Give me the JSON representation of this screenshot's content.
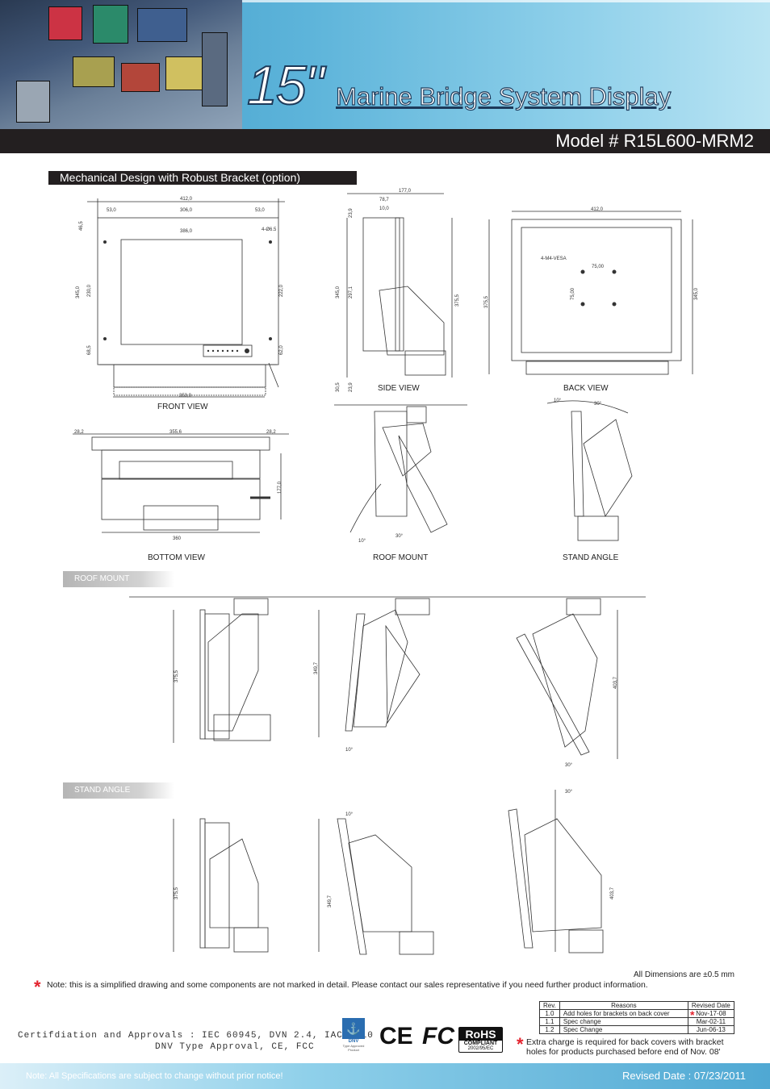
{
  "header": {
    "size": "15\"",
    "title": "Marine Bridge System Display",
    "model": "Model # R15L600-MRM2"
  },
  "section_label": "Mechanical Design with Robust Bracket (option)",
  "views": {
    "front": "FRONT VIEW",
    "side": "SIDE VIEW",
    "back": "BACK VIEW",
    "bottom": "BOTTOM VIEW",
    "roof": "ROOF MOUNT",
    "stand": "STAND ANGLE"
  },
  "tags": {
    "roof_mount": "ROOF MOUNT",
    "stand_angle": "STAND ANGLE"
  },
  "dimensions": {
    "front": {
      "w412": "412,0",
      "w53a": "53,0",
      "w306": "306,0",
      "w53b": "53,0",
      "w386": "386,0",
      "hole": "4-Ø6.5",
      "h46": "46,5",
      "h345": "345,0",
      "h230": "230,0",
      "h222": "222,0",
      "h68": "68,5",
      "h62": "62,0",
      "w353": "353,0"
    },
    "side": {
      "w177": "177,0",
      "w78": "78,7",
      "w10": "10,0",
      "h23a": "23,9",
      "h345": "345,0",
      "h297": "297,1",
      "h375": "375,5",
      "h30": "30,5",
      "h23b": "23,9"
    },
    "back": {
      "w412": "412,0",
      "vesa": "4-M4-VESA",
      "v75a": "75,00",
      "v75b": "75,00",
      "h375": "375,5",
      "h345": "345,0"
    },
    "bottom": {
      "w28a": "28,2",
      "w355": "355,6",
      "w28b": "28,2",
      "h177": "177,0",
      "w360": "360"
    },
    "angles": {
      "a10": "10°",
      "a30": "30°"
    },
    "roof_row": {
      "h375": "375,5",
      "h349": "349,7",
      "h403": "403,7",
      "a10": "10°",
      "a30": "30°"
    },
    "stand_row": {
      "h375": "375,5",
      "h349": "349,7",
      "h403": "403,7",
      "a10": "10°",
      "a30": "30°"
    }
  },
  "notes": {
    "all_dimensions": "All Dimensions are ±0.5 mm",
    "simplified": "Note: this is a simplified drawing and some components are not marked in detail.  Please contact our sales representative if you need further product information.",
    "extra_line1": "Extra charge is required for back covers with bracket",
    "extra_line2": "holes for products purchased before end of Nov. 08'"
  },
  "revision_table": {
    "headers": [
      "Rev.",
      "Reasons",
      "Revised Date"
    ],
    "rows": [
      [
        "1.0",
        "Add holes for brackets  on back cover",
        "Nov-17-08"
      ],
      [
        "1.1",
        "Spec change",
        "Mar-02-11"
      ],
      [
        "1.2",
        "Spec Change",
        "Jun-06-13"
      ]
    ]
  },
  "certification": {
    "line1": "Certifdiation and Approvals : IEC 60945, DVN 2.4, IACS-E10",
    "line2": "DNV Type Approval, CE, FCC"
  },
  "logos": {
    "dnv_text": "DNV",
    "dnv_sub": "Type Approved Product",
    "ce": "CE",
    "fc": "FC",
    "rohs": "RoHS",
    "rohs_sub": "COMPLIANT",
    "rohs_year": "2002/95/EC"
  },
  "footer": {
    "note": "Note: All Specifications are subject to change without prior notice!",
    "revised": "Revised Date : 07/23/2011"
  },
  "colors": {
    "accent_blue": "#5db4da",
    "dark_bar": "#231f20",
    "star_red": "#e3232e"
  }
}
